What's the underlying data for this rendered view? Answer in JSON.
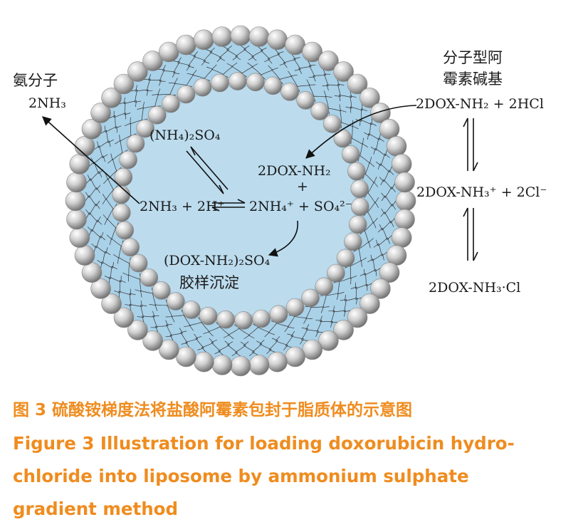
{
  "labels": {
    "ammonia_zh": "氨分子",
    "ammonia": "2NH₃",
    "right_heading_line1": "分子型阿",
    "right_heading_line2": "霉素碱基",
    "eq_top": "2DOX-NH₂ + 2HCl",
    "eq_mid": "2DOX-NH₃⁺ + 2Cl⁻",
    "eq_bottom": "2DOX-NH₃·Cl",
    "ammonium_sulfate": "(NH₄)₂SO₄",
    "dox_base_inner": "2DOX-NH₂",
    "plus_sign": "+",
    "ammonia_proton": "2NH₃ + 2H⁺",
    "ammonium_sulfate_ions": "2NH₄⁺ + SO₄²⁻",
    "dox_sulfate": "(DOX-NH₂)₂SO₄",
    "colloid_zh": "胶样沉淀"
  },
  "caption": {
    "zh": "图 3  硫酸铵梯度法将盐酸阿霉素包封于脂质体的示意图",
    "en_line1": "Figure 3  Illustration for loading doxorubicin hydro-",
    "en_line2": "chloride into liposome by ammonium sulphate",
    "en_line3": "gradient method"
  },
  "colors": {
    "caption": "#ef8c1f",
    "lumen": "#b9dcef",
    "bilayer_fill": "#a9d1e8",
    "head_light": "#f2f2f2",
    "head_dark": "#6e6e6e"
  }
}
